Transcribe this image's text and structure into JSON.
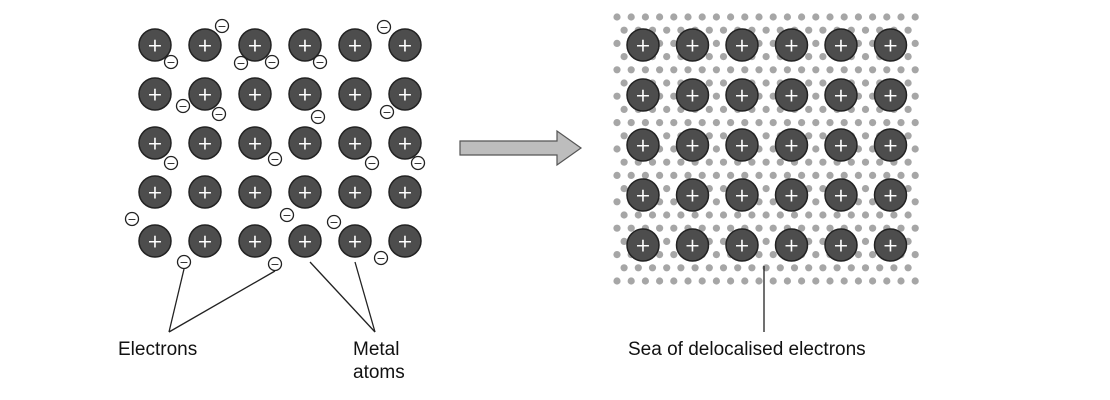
{
  "labels": {
    "electrons": "Electrons",
    "metal_line1": "Metal",
    "metal_line2": "atoms",
    "sea": "Sea of delocalised electrons"
  },
  "symbols": {
    "cation": "+",
    "electron": "−"
  },
  "grid": {
    "rows": 5,
    "cols": 6
  },
  "colors": {
    "atom_fill": "#4d4d4d",
    "atom_stroke": "#222222",
    "electron_fill": "#ffffff",
    "sea_dot": "#a6a6a6",
    "arrow_fill": "#bdbdbd",
    "arrow_stroke": "#555555",
    "leader_line": "#222222"
  }
}
